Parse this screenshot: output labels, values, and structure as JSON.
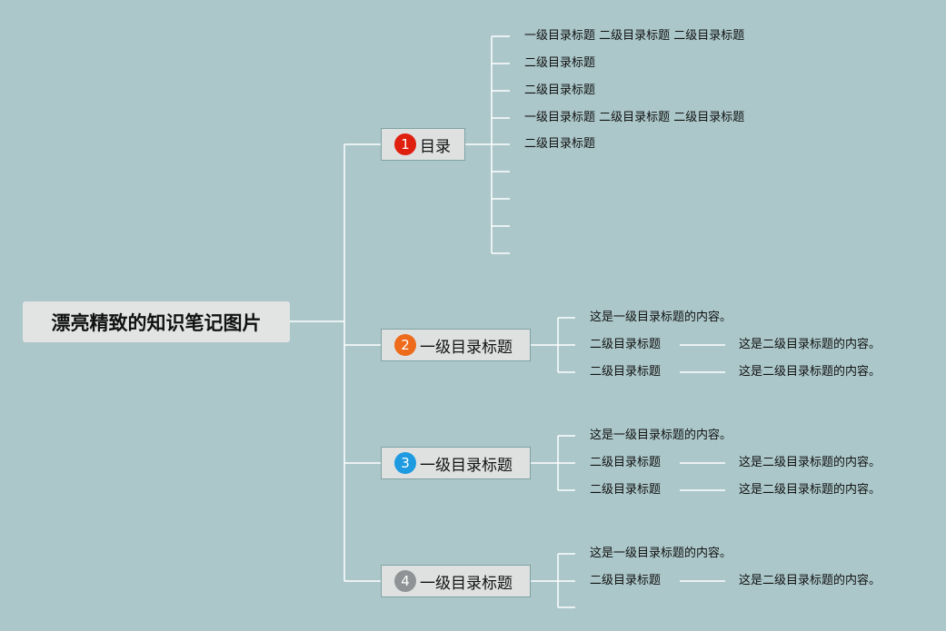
{
  "root": {
    "title": "漂亮精致的知识笔记图片"
  },
  "branches": [
    {
      "number": "1",
      "label": "目录",
      "badge_color": "#e0200f",
      "items": [
        "一级目录标题 二级目录标题 二级目录标题",
        "二级目录标题",
        "二级目录标题",
        "一级目录标题 二级目录标题 二级目录标题",
        "二级目录标题"
      ]
    },
    {
      "number": "2",
      "label": "一级目录标题",
      "badge_color": "#ee6b1c",
      "content": "这是一级目录标题的内容。",
      "sub": [
        {
          "title": "二级目录标题",
          "content": "这是二级目录标题的内容。"
        },
        {
          "title": "二级目录标题",
          "content": "这是二级目录标题的内容。"
        }
      ]
    },
    {
      "number": "3",
      "label": "一级目录标题",
      "badge_color": "#1e9be0",
      "content": "这是一级目录标题的内容。",
      "sub": [
        {
          "title": "二级目录标题",
          "content": "这是二级目录标题的内容。"
        },
        {
          "title": "二级目录标题",
          "content": "这是二级目录标题的内容。"
        }
      ]
    },
    {
      "number": "4",
      "label": "一级目录标题",
      "badge_color": "#8f9395",
      "content": "这是一级目录标题的内容。",
      "sub": [
        {
          "title": "二级目录标题",
          "content": "这是二级目录标题的内容。"
        }
      ]
    }
  ],
  "colors": {
    "background": "#abc7c9",
    "line": "#ffffff"
  }
}
